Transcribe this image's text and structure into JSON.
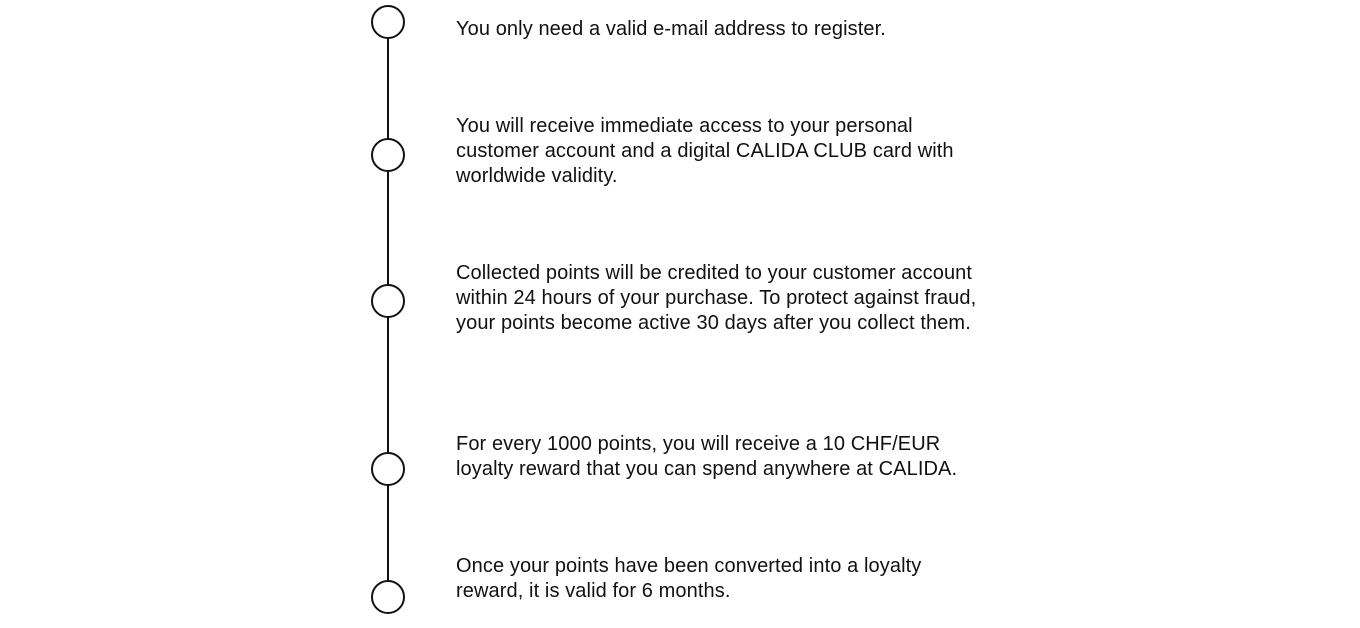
{
  "steps": [
    {
      "text": "You only need a valid e-mail address to register."
    },
    {
      "text": "You will receive immediate access to your personal customer account and a digital CALIDA CLUB card with worldwide validity."
    },
    {
      "text": "Collected points will be credited to your customer account within 24 hours of your purchase. To protect against fraud, your points become active 30 days after you collect them."
    },
    {
      "text": "For every 1000 points, you will receive a 10 CHF/EUR loyalty reward that you can spend anywhere at CALIDA."
    },
    {
      "text": "Once your points have been converted into a loyalty reward, it is valid for 6 months."
    }
  ]
}
